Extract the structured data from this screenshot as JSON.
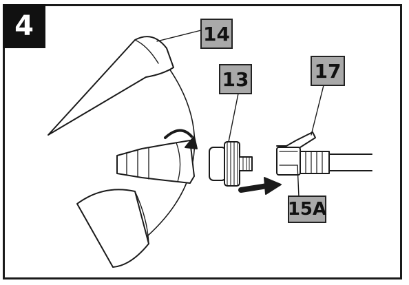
{
  "step": {
    "number": "4"
  },
  "callouts": {
    "c14": "14",
    "c13": "13",
    "c17": "17",
    "c15": "15A"
  },
  "colors": {
    "badge": "#111111",
    "callout_fill": "#a9a9a9",
    "line": "#1a1a1a"
  },
  "icons": [
    "rotation-arrow-icon",
    "insert-arrow-icon"
  ]
}
